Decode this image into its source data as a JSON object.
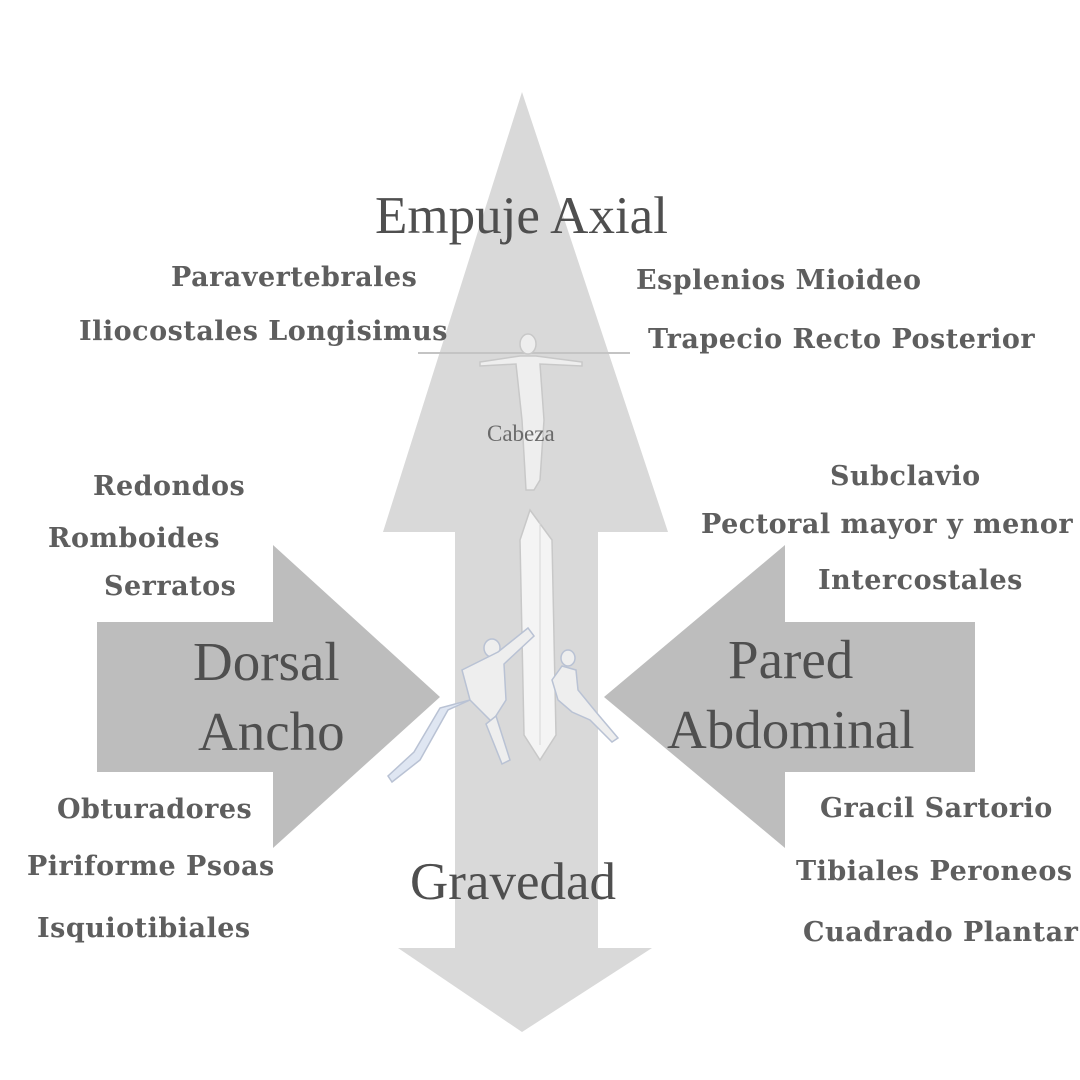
{
  "colors": {
    "arrow_light": "#d9d9d9",
    "arrow_side": "#bdbdbd",
    "text": "#5e5e5e",
    "heading": "#4f4f4f"
  },
  "headings": {
    "top": "Empuje Axial",
    "bottom": "Gravedad",
    "left_line1": "Dorsal",
    "left_line2": "Ancho",
    "right_line1": "Pared",
    "right_line2": "Abdominal",
    "center": "Cabeza"
  },
  "muscles": {
    "top_left": [
      "Paravertebrales",
      "Iliocostales  Longisimus"
    ],
    "top_right": [
      "Esplenios    Mioideo",
      "Trapecio  Recto Posterior"
    ],
    "mid_left": [
      "Redondos",
      "Romboides",
      "Serratos"
    ],
    "mid_right": [
      "Subclavio",
      "Pectoral mayor y menor",
      "Intercostales"
    ],
    "bottom_left": [
      "Obturadores",
      "Piriforme  Psoas",
      "Isquiotibiales"
    ],
    "bottom_right": [
      "Gracil  Sartorio",
      "Tibiales  Peroneos",
      "Cuadrado Plantar"
    ]
  }
}
